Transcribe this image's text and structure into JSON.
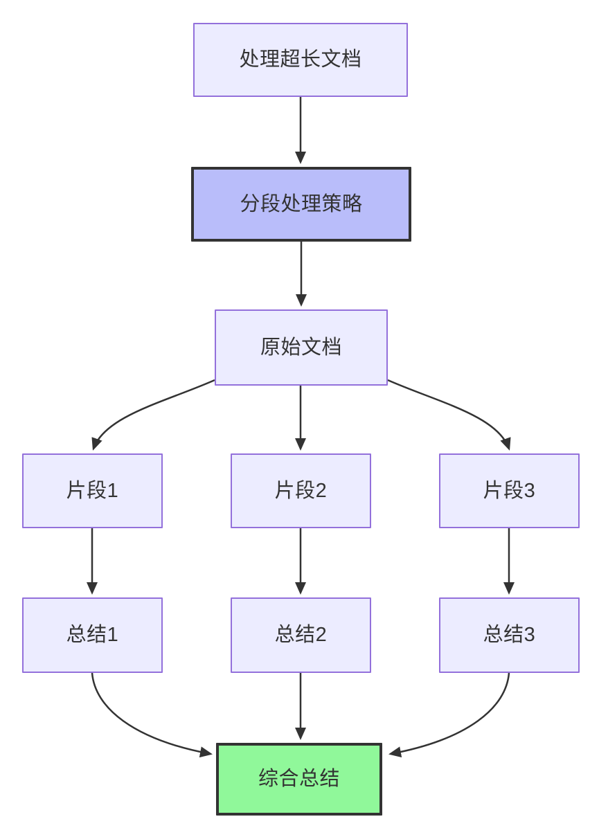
{
  "diagram": {
    "type": "flowchart",
    "direction": "top-down",
    "nodes": {
      "a": {
        "label": "处理超长文档",
        "style": "default"
      },
      "b": {
        "label": "分段处理策略",
        "style": "emphasis"
      },
      "c": {
        "label": "原始文档",
        "style": "default"
      },
      "d1": {
        "label": "片段1",
        "style": "default"
      },
      "d2": {
        "label": "片段2",
        "style": "default"
      },
      "d3": {
        "label": "片段3",
        "style": "default"
      },
      "e1": {
        "label": "总结1",
        "style": "default"
      },
      "e2": {
        "label": "总结2",
        "style": "default"
      },
      "e3": {
        "label": "总结3",
        "style": "default"
      },
      "f": {
        "label": "综合总结",
        "style": "result"
      }
    },
    "edges": [
      {
        "from": "处理超长文档",
        "to": "分段处理策略"
      },
      {
        "from": "分段处理策略",
        "to": "原始文档"
      },
      {
        "from": "原始文档",
        "to": "片段1"
      },
      {
        "from": "原始文档",
        "to": "片段2"
      },
      {
        "from": "原始文档",
        "to": "片段3"
      },
      {
        "from": "片段1",
        "to": "总结1"
      },
      {
        "from": "片段2",
        "to": "总结2"
      },
      {
        "from": "片段3",
        "to": "总结3"
      },
      {
        "from": "总结1",
        "to": "综合总结"
      },
      {
        "from": "总结2",
        "to": "综合总结"
      },
      {
        "from": "总结3",
        "to": "综合总结"
      }
    ],
    "colors": {
      "background": "#FFFFFF",
      "node_fill": "#ECECFF",
      "node_border": "#9370DB",
      "emphasis_fill": "#B9BDFA",
      "emphasis_border": "#333333",
      "result_fill": "#90F89A",
      "result_border": "#333333",
      "edge": "#333333",
      "text": "#333333"
    }
  }
}
